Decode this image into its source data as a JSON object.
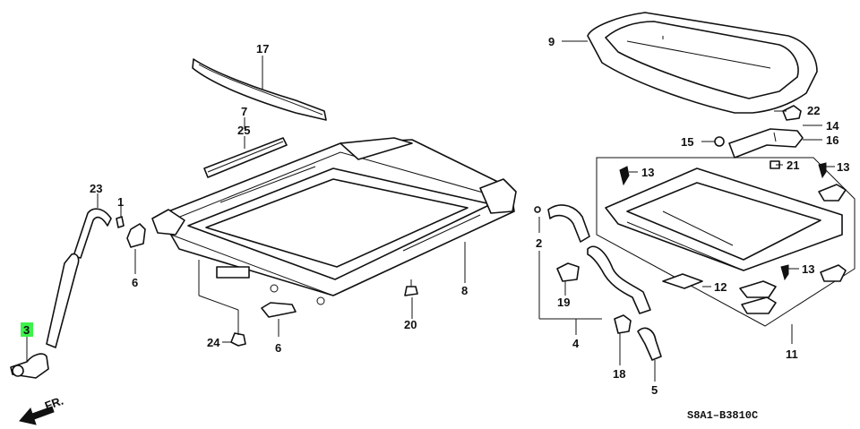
{
  "diagram_code": "S8A1–B3810C",
  "front_marker": "FR.",
  "highlight_color": "#3df24a",
  "callouts": {
    "c1": "1",
    "c2": "2",
    "c3": "3",
    "c4": "4",
    "c5": "5",
    "c6a": "6",
    "c6b": "6",
    "c7": "7",
    "c8": "8",
    "c9": "9",
    "c11": "11",
    "c12": "12",
    "c13a": "13",
    "c13b": "13",
    "c13c": "13",
    "c14": "14",
    "c15": "15",
    "c16": "16",
    "c17": "17",
    "c18": "18",
    "c19": "19",
    "c20": "20",
    "c21": "21",
    "c22": "22",
    "c23": "23",
    "c24": "24",
    "c25": "25"
  },
  "highlighted_callout": "3"
}
